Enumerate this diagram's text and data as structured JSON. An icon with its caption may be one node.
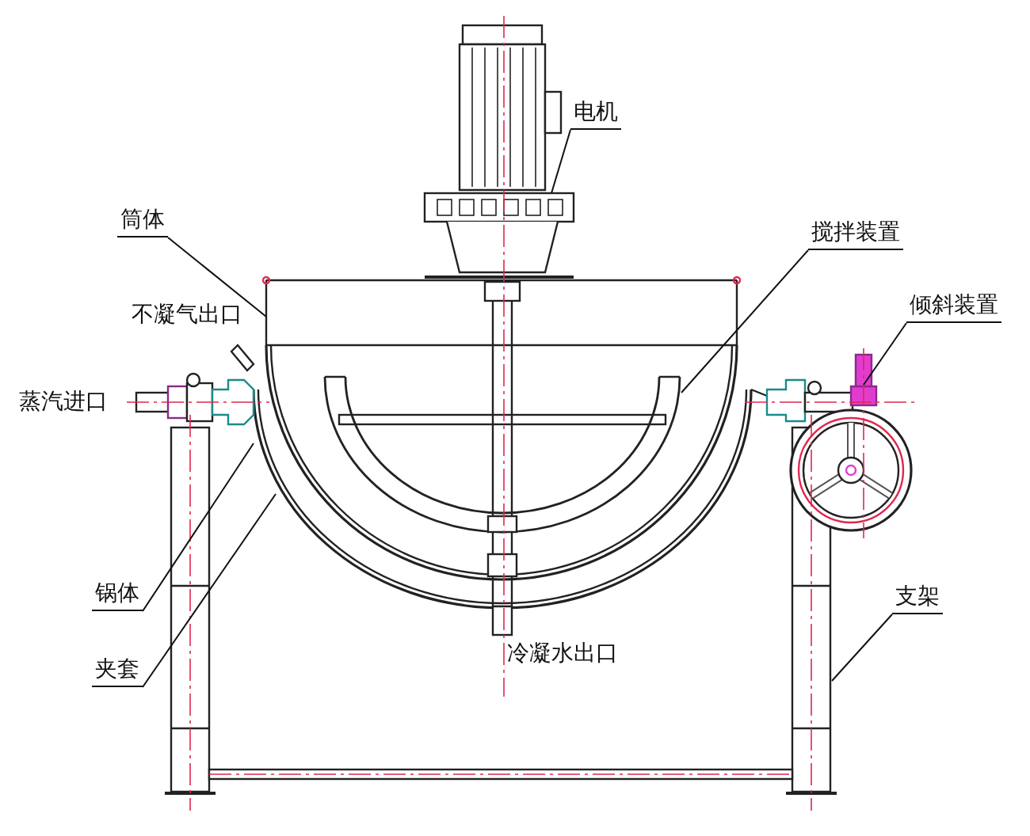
{
  "diagram": {
    "nodes": [
      {
        "text": [
          "电机"
        ]
      },
      {
        "text": [
          "筒体"
        ]
      },
      {
        "text": [
          "搅拌装置"
        ]
      },
      {
        "text": [
          "倾斜装置"
        ]
      },
      {
        "text": [
          "锅体"
        ]
      },
      {
        "text": [
          "夹套"
        ]
      },
      {
        "text": [
          "支架"
        ]
      }
    ],
    "edges": [
      {
        "from": 0,
        "to": null,
        "arrow": "none"
      },
      {
        "from": 1,
        "to": null,
        "arrow": "none"
      },
      {
        "from": 2,
        "to": null,
        "arrow": "none"
      },
      {
        "from": 3,
        "to": null,
        "arrow": "none"
      },
      {
        "from": 4,
        "to": null,
        "arrow": "none"
      },
      {
        "from": 5,
        "to": null,
        "arrow": "none"
      },
      {
        "from": 6,
        "to": null,
        "arrow": "none"
      }
    ],
    "labels": [
      "不凝气出口",
      "蒸汽进口",
      "冷凝水出口"
    ]
  }
}
